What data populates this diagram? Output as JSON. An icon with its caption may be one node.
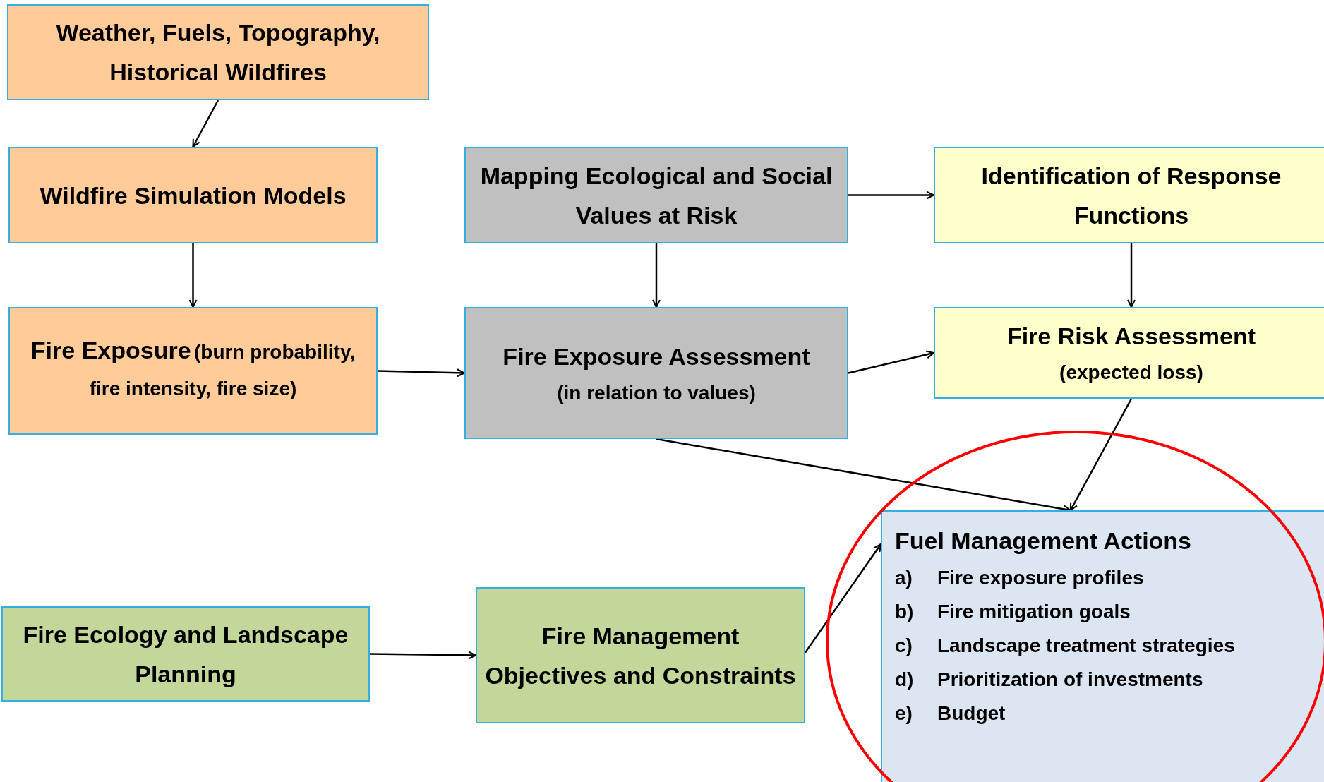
{
  "diagram": {
    "nodes": [
      {
        "text": [
          "Weather, Fuels, Topography, Historical Wildfires"
        ]
      },
      {
        "text": [
          "Wildfire Simulation Models"
        ]
      },
      {
        "text": [
          "Mapping Ecological and Social Values at Risk"
        ]
      },
      {
        "text": [
          "Identification of Response Functions"
        ]
      },
      {
        "text": [
          "Fire Exposure",
          "(burn probability, fire intensity, fire size)"
        ]
      },
      {
        "text": [
          "Fire Exposure Assessment",
          "(in relation to values)"
        ]
      },
      {
        "text": [
          "Fire Risk Assessment",
          "(expected loss)"
        ]
      },
      {
        "text": [
          "Fuel Management Actions",
          "a) Fire exposure profiles",
          "b) Fire mitigation goals",
          "c) Landscape treatment strategies",
          "d) Prioritization of investments",
          "e) Budget"
        ]
      },
      {
        "text": [
          "Fire Ecology and Landscape Planning"
        ]
      },
      {
        "text": [
          "Fire Management Objectives and Constraints"
        ]
      }
    ],
    "edges": [
      {
        "from": 0,
        "to": 1,
        "arrow": "to"
      },
      {
        "from": 1,
        "to": 4,
        "arrow": "to"
      },
      {
        "from": 2,
        "to": 5,
        "arrow": "to"
      },
      {
        "from": 2,
        "to": 3,
        "arrow": "to"
      },
      {
        "from": 3,
        "to": 6,
        "arrow": "to"
      },
      {
        "from": 4,
        "to": 5,
        "arrow": "to"
      },
      {
        "from": 5,
        "to": 6,
        "arrow": "to"
      },
      {
        "from": 5,
        "to": 7,
        "arrow": "to"
      },
      {
        "from": 6,
        "to": 7,
        "arrow": "to"
      },
      {
        "from": 8,
        "to": 9,
        "arrow": "to"
      },
      {
        "from": 9,
        "to": 7,
        "arrow": "to"
      }
    ]
  }
}
